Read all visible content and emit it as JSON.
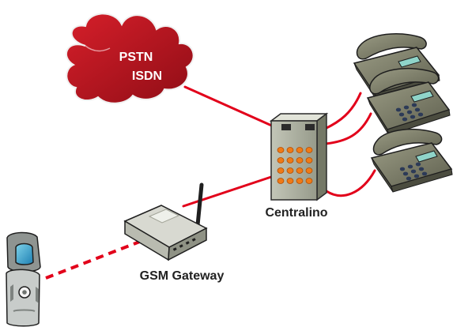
{
  "diagram": {
    "cloud": {
      "line1": "PSTN",
      "line2": "ISDN"
    },
    "pbx_label": "Centralino",
    "gateway_label": "GSM Gateway",
    "colors": {
      "link": "#e2001a",
      "cloud": "#b0141f",
      "phone": "#7c7d68",
      "pbx_body": "#a9ad9e",
      "pbx_button": "#f07a16"
    },
    "icons": [
      "cloud-icon",
      "desk-phone-icon",
      "pbx-icon",
      "gsm-gateway-icon",
      "mobile-phone-icon"
    ]
  }
}
